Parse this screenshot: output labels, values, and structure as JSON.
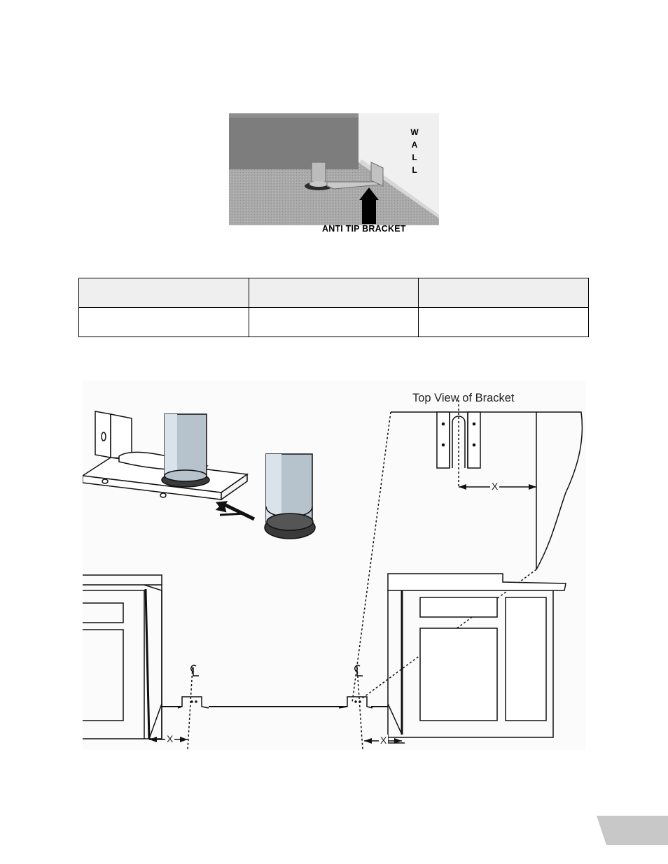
{
  "photo": {
    "caption": "ANTI TIP BRACKET",
    "wall_letters": [
      "W",
      "A",
      "L",
      "L"
    ]
  },
  "table": {
    "rows": [
      [
        "",
        "",
        ""
      ],
      [
        "",
        "",
        ""
      ]
    ]
  },
  "diagram": {
    "title": "Top View of Bracket",
    "dimension_label": "X",
    "centerline_symbol": "℄"
  },
  "colors": {
    "table_header_bg": "#efefef",
    "page_tab": "#c8c8c8"
  }
}
